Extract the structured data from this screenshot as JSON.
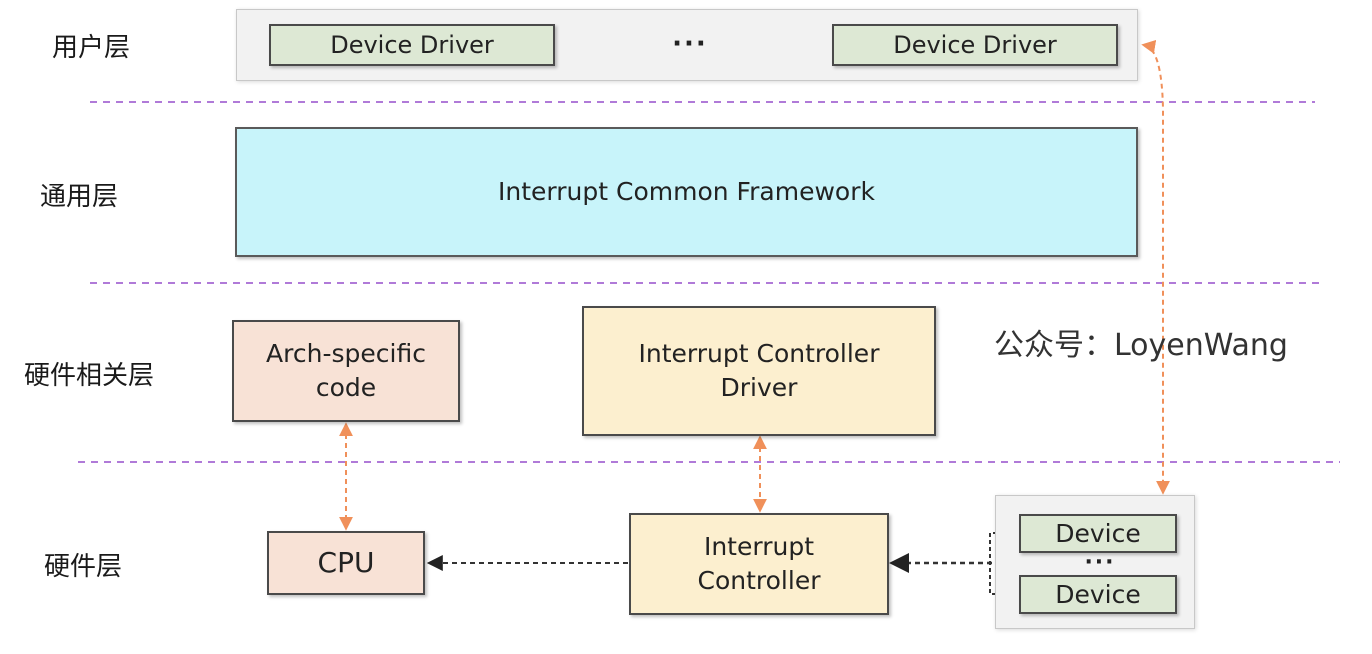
{
  "layers": {
    "user": "用户层",
    "common": "通用层",
    "hw_related": "硬件相关层",
    "hardware": "硬件层"
  },
  "user_layer": {
    "driver_left": "Device Driver",
    "dots": "···",
    "driver_right": "Device Driver"
  },
  "common_layer": {
    "framework": "Interrupt Common Framework"
  },
  "hw_related_layer": {
    "arch_code": "Arch-specific code",
    "controller_driver": "Interrupt Controller Driver",
    "watermark": "公众号：LoyenWang"
  },
  "hardware_layer": {
    "cpu": "CPU",
    "controller": "Interrupt Controller",
    "device_top": "Device",
    "device_dots": "···",
    "device_bottom": "Device"
  },
  "colors": {
    "separator": "#b07ad8",
    "orange_arrow": "#f0905a",
    "black_arrow": "#333333"
  }
}
